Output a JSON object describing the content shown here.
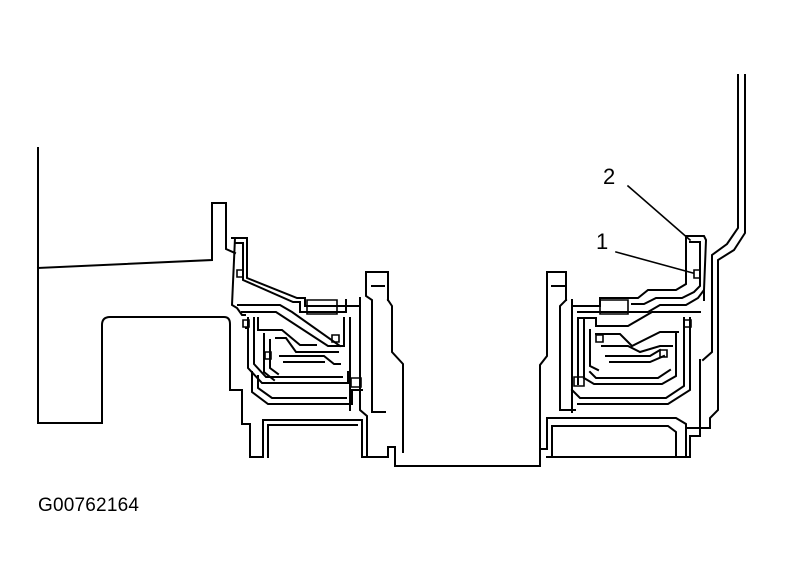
{
  "callouts": [
    {
      "label": "2"
    },
    {
      "label": "1"
    }
  ],
  "figure_id": "G00762164",
  "colors": {
    "stroke": "#000000",
    "background": "#ffffff"
  }
}
